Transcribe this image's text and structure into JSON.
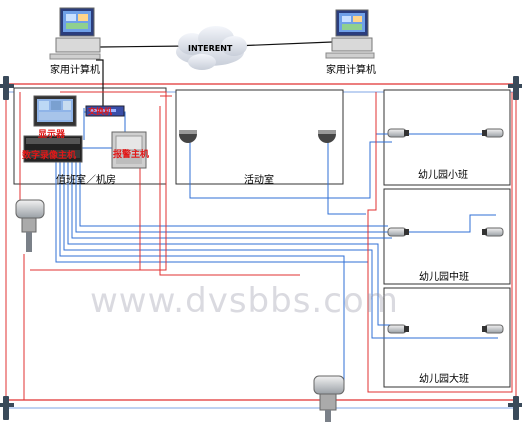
{
  "labels": {
    "home_pc_left": "家用计算机",
    "home_pc_right": "家用计算机",
    "internet": "INTERENT",
    "monitor": "显示器",
    "switch": "交换机",
    "dvr": "数字录像主机",
    "alarm": "报警主机",
    "duty_room": "值班室／机房",
    "activity_room": "活动室",
    "small_class": "幼儿园小班",
    "middle_class": "幼儿园中班",
    "big_class": "幼儿园大班"
  },
  "watermark": "www.dvsbbs.com",
  "colors": {
    "blue_wire": "#2f6fd6",
    "red_wire": "#e03030",
    "pole": "#3a4a5a",
    "room_border": "#333333"
  }
}
